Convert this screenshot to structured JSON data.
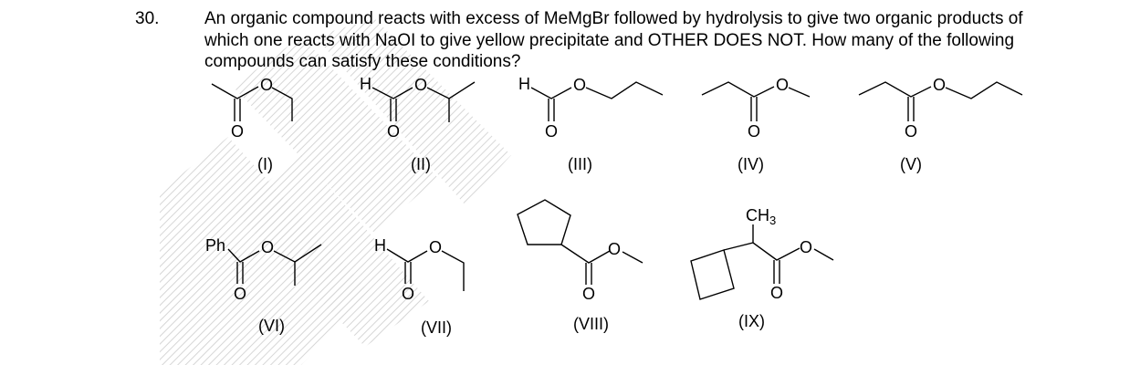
{
  "question": {
    "number": "30.",
    "text": "An organic compound reacts with excess of MeMgBr followed by hydrolysis to give two organic products of which one reacts with NaOI to give yellow precipitate and OTHER DOES NOT. How many of the following compounds can satisfy these conditions?"
  },
  "atoms": {
    "oxygen": "O",
    "hydrogen": "H",
    "phenyl": "Ph",
    "methyl_c": "CH",
    "methyl_sub": "3"
  },
  "compounds": [
    {
      "label": "(I)"
    },
    {
      "label": "(II)"
    },
    {
      "label": "(III)"
    },
    {
      "label": "(IV)"
    },
    {
      "label": "(V)"
    },
    {
      "label": "(VI)"
    },
    {
      "label": "(VII)"
    },
    {
      "label": "(VIII)"
    },
    {
      "label": "(IX)"
    }
  ]
}
